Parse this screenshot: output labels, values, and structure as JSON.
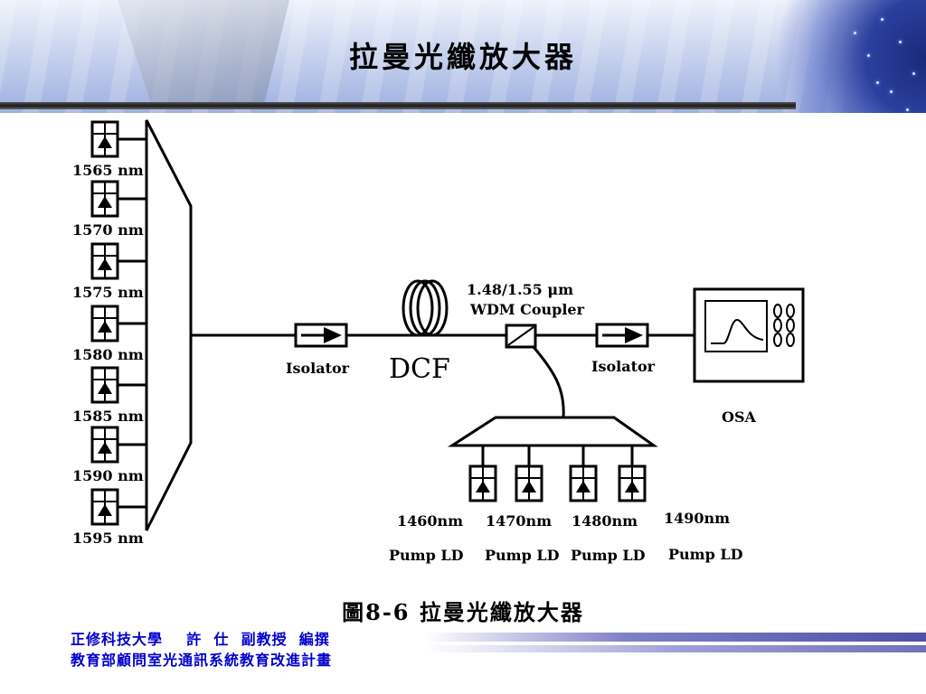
{
  "title": "拉曼光纖放大器",
  "laser_labels": [
    "1565 nm",
    "1570 nm",
    "1575 nm",
    "1580 nm",
    "1585 nm",
    "1590 nm",
    "1595 nm"
  ],
  "isolator_left_label": "Isolator",
  "dcf_label": "DCF",
  "coupler_label_line1": "1.48/1.55 μm",
  "coupler_label_line2": "WDM Coupler",
  "isolator_right_label": "Isolator",
  "osa_label": "OSA",
  "pumps": [
    {
      "wavelength": "1460nm",
      "name": "Pump LD"
    },
    {
      "wavelength": "1470nm",
      "name": "Pump LD"
    },
    {
      "wavelength": "1480nm",
      "name": "Pump LD"
    },
    {
      "wavelength": "1490nm",
      "name": "Pump LD"
    }
  ],
  "caption": "圖8-6  拉曼光纖放大器",
  "footer_line1": "正修科技大學    許  仕  副教授  編撰",
  "footer_line2": "教育部顧問室光通訊系統教育改進計畫"
}
